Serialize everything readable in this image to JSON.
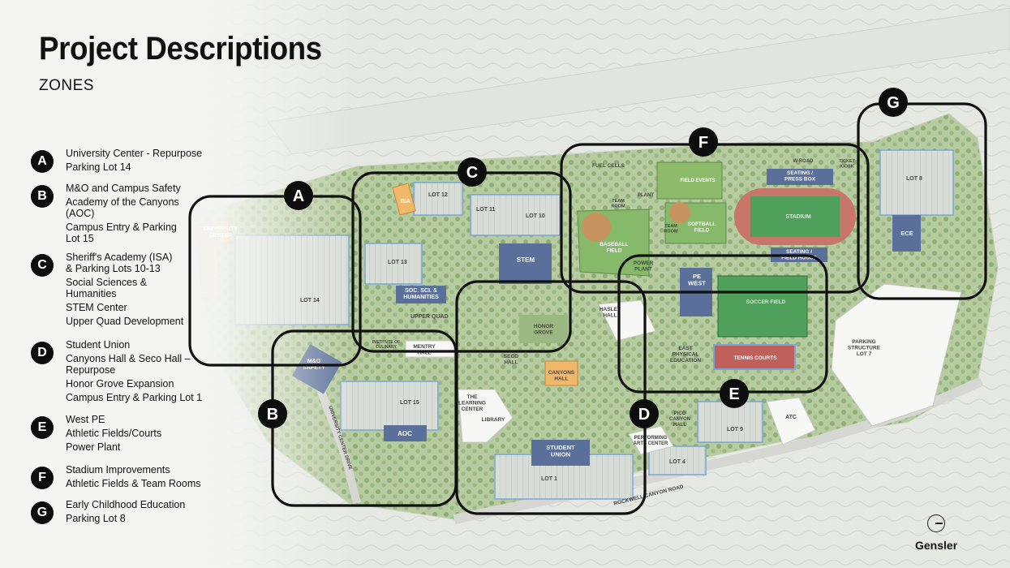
{
  "page": {
    "title": "Project Descriptions",
    "subtitle": "ZONES"
  },
  "legend": [
    {
      "letter": "A",
      "lines": [
        "University Center - Repurpose",
        "Parking Lot 14"
      ]
    },
    {
      "letter": "B",
      "lines": [
        "M&O and Campus Safety",
        "Academy of the Canyons\n(AOC)",
        "Campus Entry & Parking\nLot 15"
      ]
    },
    {
      "letter": "C",
      "lines": [
        "Sheriff's Academy (ISA)\n& Parking Lots 10-13",
        "Social Sciences &\nHumanities",
        "STEM Center",
        "Upper Quad Development"
      ]
    },
    {
      "letter": "D",
      "lines": [
        "Student Union",
        "Canyons Hall & Seco Hall –\nRepurpose",
        "Honor Grove Expansion",
        "Campus Entry & Parking Lot 1"
      ]
    },
    {
      "letter": "E",
      "lines": [
        "West PE",
        "Athletic Fields/Courts",
        "Power Plant"
      ]
    },
    {
      "letter": "F",
      "lines": [
        "Stadium Improvements",
        "Athletic Fields & Team Rooms"
      ]
    },
    {
      "letter": "G",
      "lines": [
        "Early Childhood Education",
        "Parking Lot 8"
      ]
    }
  ],
  "map": {
    "zones": [
      "A",
      "B",
      "C",
      "D",
      "E",
      "F",
      "G"
    ],
    "labels": {
      "university_center": "UNIVERSITY\nCENTER",
      "lot14": "LOT 14",
      "lot13": "LOT 13",
      "lot12": "LOT 12",
      "lot11": "LOT 11",
      "lot10": "LOT 10",
      "lot15": "LOT 15",
      "lot1": "LOT 1",
      "lot9": "LOT 9",
      "lot4": "LOT 4",
      "lot8": "LOT 8",
      "isa": "ISA",
      "stem": "STEM",
      "soc_sci": "SOC. SCI. &\nHUMANITIES",
      "upper_quad": "UPPER QUAD",
      "mo_safety": "M&O\nSAFETY",
      "aoc": "AOC",
      "mentry_hall": "MENTRY\nHALL",
      "institute_culinary": "INSTITUTE OF\nCULINARY",
      "honor_grove": "HONOR\nGROVE",
      "seco_hall": "SECO\nHALL",
      "canyons_hall": "CANYONS\nHALL",
      "learning_center": "THE\nLEARNING\nCENTER",
      "library": "LIBRARY",
      "student_union": "STUDENT\nUNION",
      "performing_arts": "PERFORMING\nARTS CENTER",
      "pico_canyon_hall": "PICO\nCANYON\nHALL",
      "hasley_hall": "HASLEY\nHALL",
      "fuel_cells": "FUEL CELLS",
      "team_room_1": "TEAM\nROOM",
      "team_room_2": "TEAM\nROOM",
      "plant": "PLANT",
      "field_events": "FIELD EVENTS",
      "softball_field": "SOFTBALL\nFIELD",
      "baseball_field": "BASEBALL\nFIELD",
      "stadium": "STADIUM",
      "seating_press_box": "SEATING /\nPRESS BOX",
      "seating_field_house": "SEATING /\nFIELD HOUSE",
      "power_plant": "POWER\nPLANT",
      "pe_west": "PE\nWEST",
      "soccer_field": "SOCCER FIELD",
      "tennis_courts": "TENNIS COURTS",
      "east_physical_education": "EAST\nPHYSICAL\nEDUCATION",
      "ece": "ECE",
      "parking_structure": "PARKING\nSTRUCTURE\nLOT 7",
      "atc": "ATC",
      "rockwell_canyon_road": "ROCKWELL CANYON ROAD",
      "university_center_drive": "UNIVERSITY CENTER DRIVE",
      "w_road": "W ROAD",
      "ticket_kiosk": "TICKET\nKIOSK"
    }
  },
  "brand": {
    "name": "Gensler"
  },
  "colors": {
    "zone_outline": "#111111",
    "badge_fill": "#0d0d0d",
    "building_blue": "#5a6f9a",
    "building_orange": "#f0b86a",
    "grass": "#7fb069",
    "track": "#c8756a",
    "parking_line": "#7aa6d6"
  }
}
